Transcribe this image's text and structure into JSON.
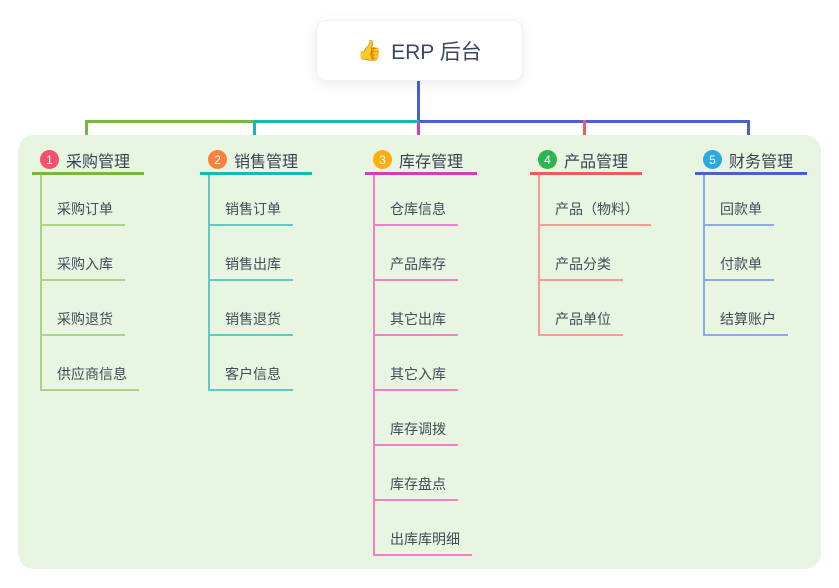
{
  "root": {
    "icon": "👍",
    "title": "ERP 后台",
    "line_color": "#4a5fd1"
  },
  "branches": [
    {
      "badge": "1",
      "badge_color": "#f4516c",
      "color": "#76b93f",
      "light_color": "#a9d386",
      "label": "采购管理",
      "items": [
        "采购订单",
        "采购入库",
        "采购退货",
        "供应商信息"
      ]
    },
    {
      "badge": "2",
      "badge_color": "#f9813a",
      "color": "#18b8b4",
      "light_color": "#63c9c4",
      "label": "销售管理",
      "items": [
        "销售订单",
        "销售出库",
        "销售退货",
        "客户信息"
      ]
    },
    {
      "badge": "3",
      "badge_color": "#fbae14",
      "color": "#d63cb3",
      "light_color": "#ee82c8",
      "label": "库存管理",
      "items": [
        "仓库信息",
        "产品库存",
        "其它出库",
        "其它入库",
        "库存调拨",
        "库存盘点",
        "出库库明细"
      ]
    },
    {
      "badge": "4",
      "badge_color": "#2eb550",
      "color": "#f15a56",
      "light_color": "#f79c97",
      "label": "产品管理",
      "items": [
        "产品（物料）",
        "产品分类",
        "产品单位"
      ]
    },
    {
      "badge": "5",
      "badge_color": "#29aae3",
      "color": "#4a5fd1",
      "light_color": "#8ea7e6",
      "label": "财务管理",
      "items": [
        "回款单",
        "付款单",
        "结算账户"
      ]
    }
  ]
}
